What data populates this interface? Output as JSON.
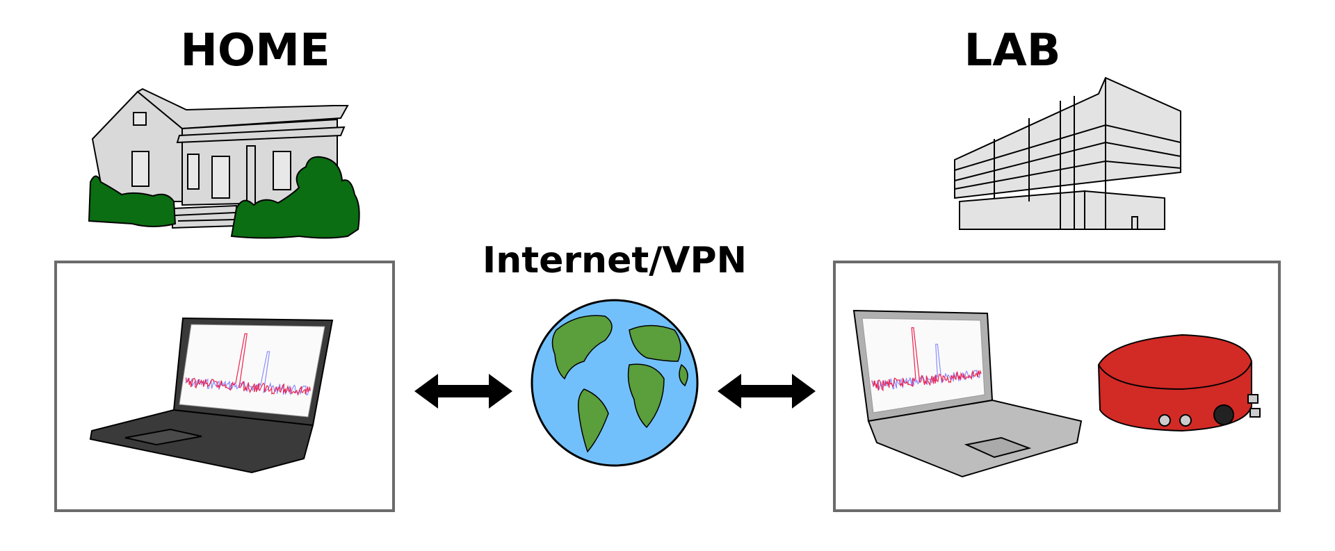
{
  "titles": {
    "home": "HOME",
    "lab": "LAB",
    "network": "Internet/VPN"
  },
  "colors": {
    "box_border": "#6b6b6b",
    "building_fill": "#e3e3e3",
    "bush_green": "#0b6e12",
    "ocean_blue": "#72c0fb",
    "land_green": "#5b9e3c",
    "device_red": "#d22a25",
    "signal_red": "#f0204a",
    "signal_blue": "#8c8cff"
  }
}
